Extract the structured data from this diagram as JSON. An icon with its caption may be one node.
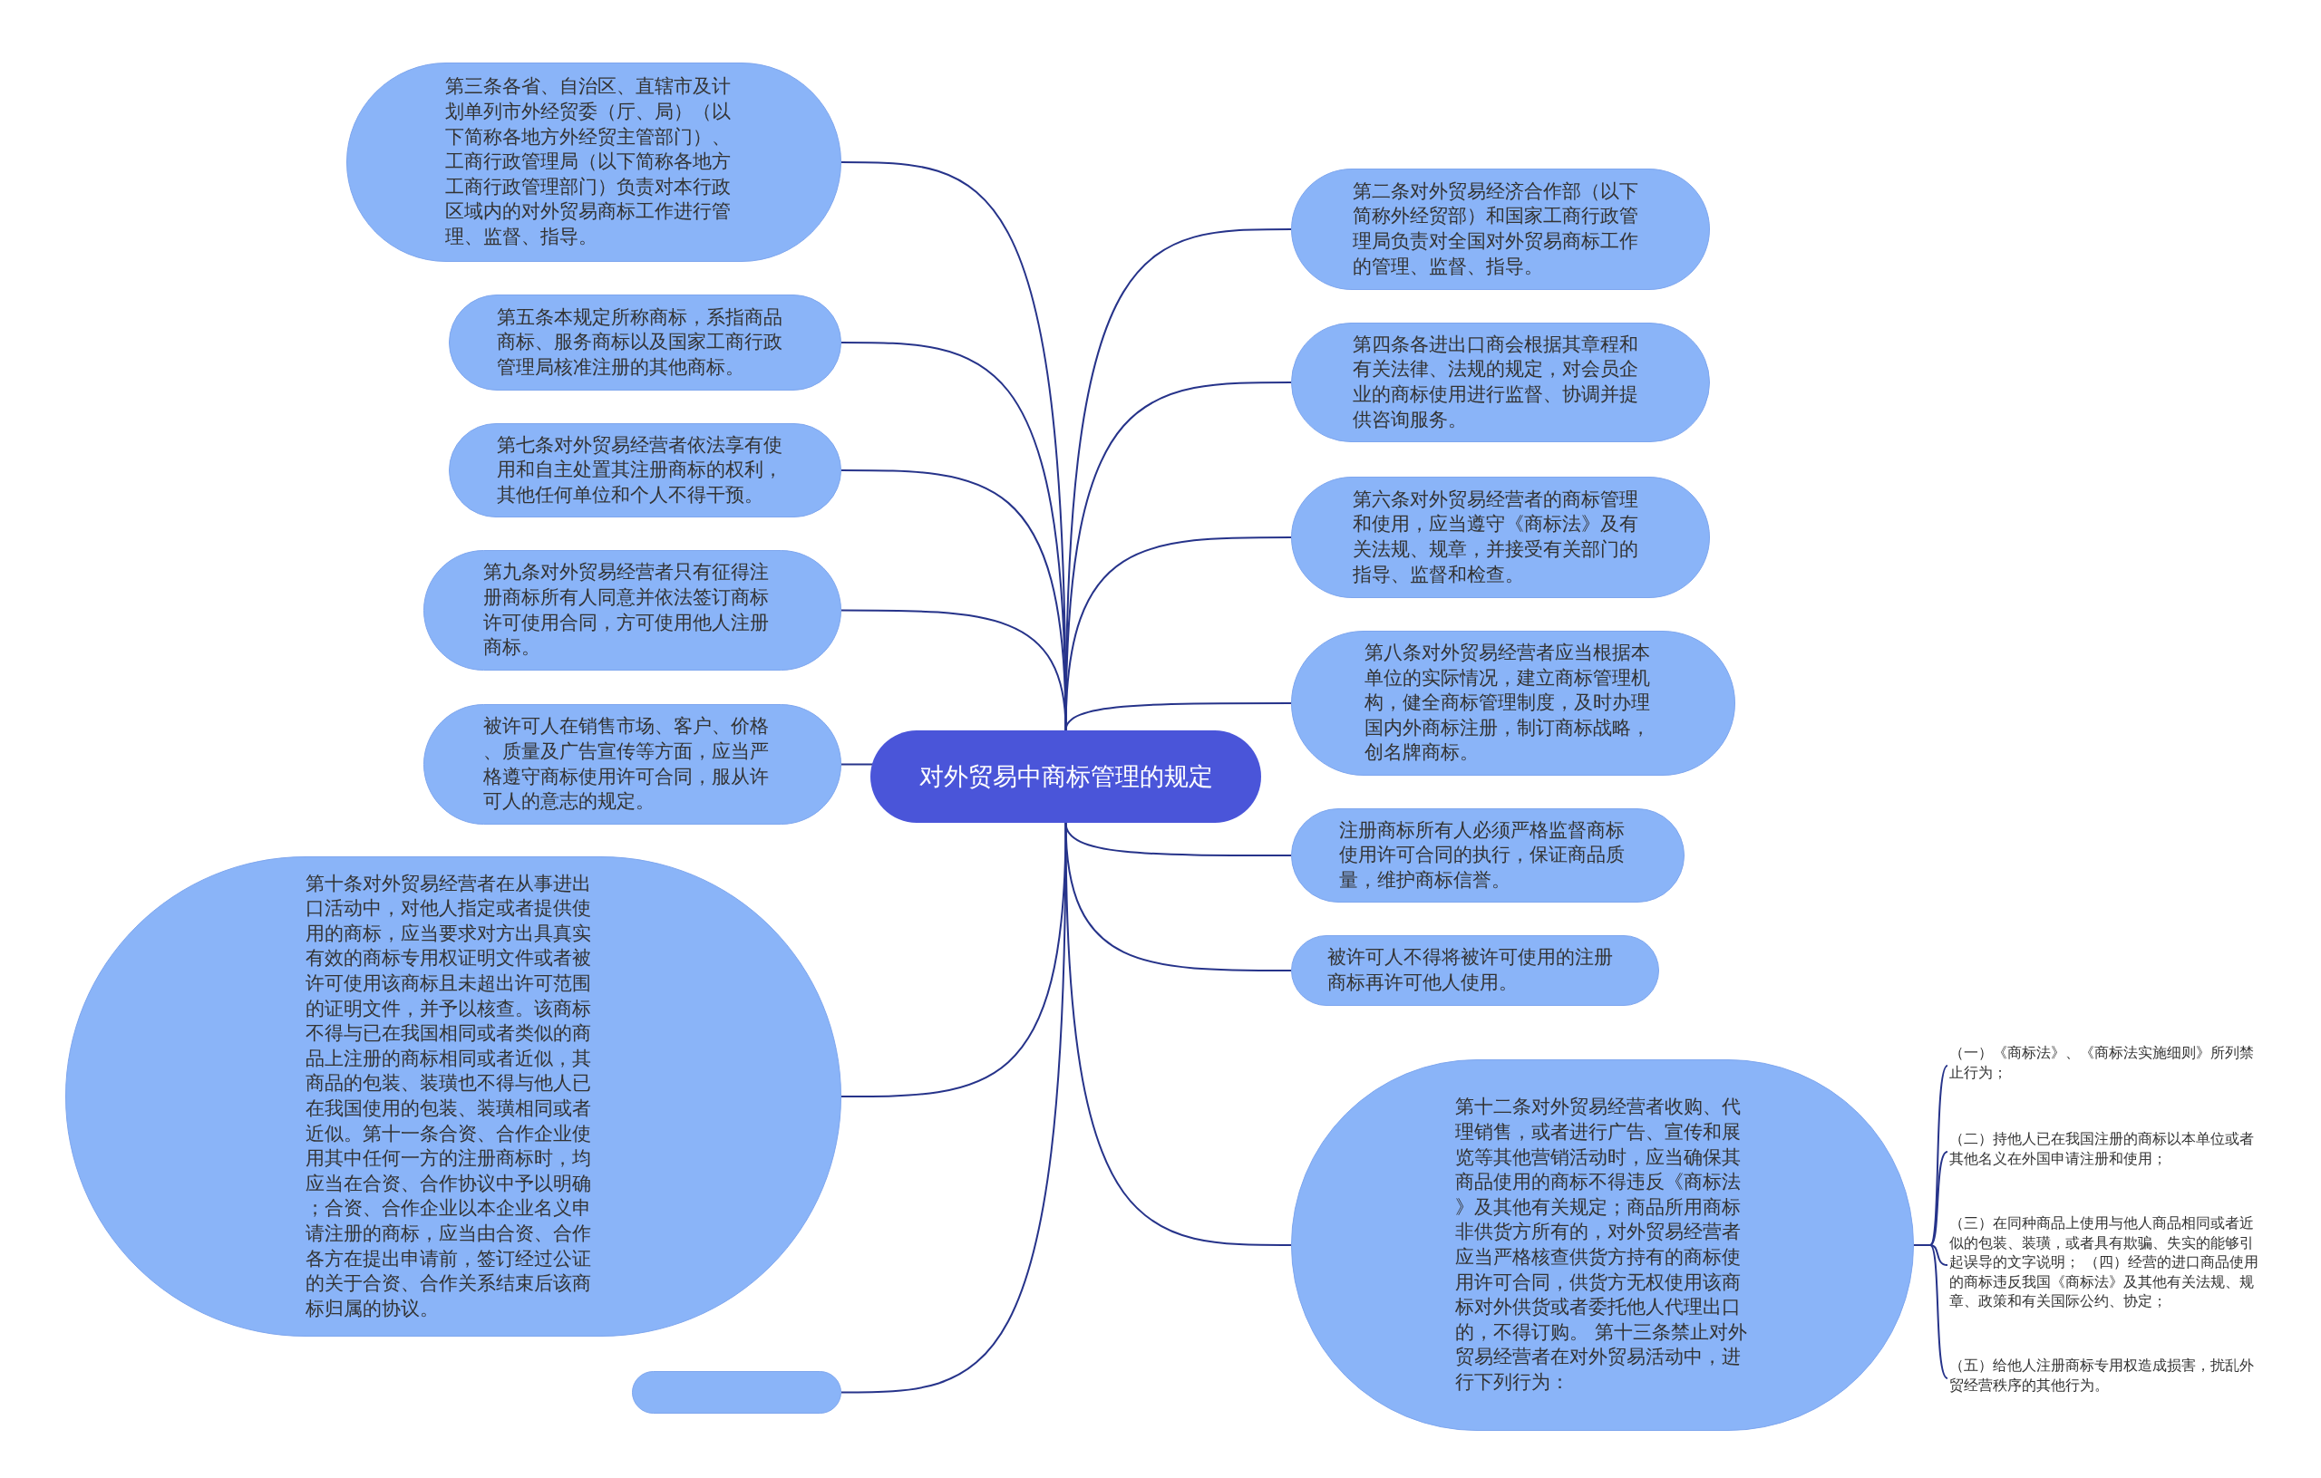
{
  "diagram": {
    "nodes": [
      {
        "text": [
          "对外贸易中商标管理的规定"
        ]
      },
      {
        "text": [
          "第三条各省、自治区、直辖市及计划单列市外经贸委（厅、局）（以下简称各地方外经贸主管部门）、工商行政管理局（以下简称各地方工商行政管理部门）负责对本行政区域内的对外贸易商标工作进行管理、监督、指导。"
        ]
      },
      {
        "text": [
          "第五条本规定所称商标，系指商品商标、服务商标以及国家工商行政管理局核准注册的其他商标。"
        ]
      },
      {
        "text": [
          "第七条对外贸易经营者依法享有使用和自主处置其注册商标的权利，其他任何单位和个人不得干预。"
        ]
      },
      {
        "text": [
          "第九条对外贸易经营者只有征得注册商标所有人同意并依法签订商标许可使用合同，方可使用他人注册商标。"
        ]
      },
      {
        "text": [
          "被许可人在销售市场、客户、价格、质量及广告宣传等方面，应当严格遵守商标使用许可合同，服从许可人的意志的规定。"
        ]
      },
      {
        "text": [
          "第十条对外贸易经营者在从事进出口活动中，对他人指定或者提供使用的商标，应当要求对方出具真实有效的商标专用权证明文件或者被许可使用该商标且未超出许可范围的证明文件，并予以核查。该商标不得与已在我国相同或者类似的商品上注册的商标相同或者近似，其商品的包装、装璜也不得与他人已在我国使用的包装、装璜相同或者近似。第十一条合资、合作企业使用其中任何一方的注册商标时，均应当在合资、合作协议中予以明确；合资、合作企业以本企业名义申请注册的商标，应当由合资、合作各方在提出申请前，签订经过公证的关于合资、合作关系结束后该商标归属的协议。"
        ]
      },
      {
        "text": [],
        "shape": "box"
      },
      {
        "text": [
          "第二条对外贸易经济合作部（以下简称外经贸部）和国家工商行政管理局负责对全国对外贸易商标工作的管理、监督、指导。"
        ]
      },
      {
        "text": [
          "第四条各进出口商会根据其章程和有关法律、法规的规定，对会员企业的商标使用进行监督、协调并提供咨询服务。"
        ]
      },
      {
        "text": [
          "第六条对外贸易经营者的商标管理和使用，应当遵守《商标法》及有关法规、规章，并接受有关部门的指导、监督和检查。"
        ]
      },
      {
        "text": [
          "第八条对外贸易经营者应当根据本单位的实际情况，建立商标管理机构，健全商标管理制度，及时办理国内外商标注册，制订商标战略，创名牌商标。"
        ]
      },
      {
        "text": [
          "注册商标所有人必须严格监督商标使用许可合同的执行，保证商品质量，维护商标信誉。"
        ]
      },
      {
        "text": [
          "被许可人不得将被许可使用的注册商标再许可他人使用。"
        ]
      },
      {
        "text": [
          "第十二条对外贸易经营者收购、代理销售，或者进行广告、宣传和展览等其他营销活动时，应当确保其商品使用的商标不得违反《商标法》及其他有关规定；商品所用商标非供货方所有的，对外贸易经营者应当严格核查供货方持有的商标使用许可合同，供货方无权使用该商标对外供货或者委托他人代理出口的，不得订购。 第十三条禁止对外贸易经营者在对外贸易活动中，进行下列行为："
        ]
      },
      {
        "text": [
          "（一）《商标法》、《商标法实施细则》所列禁止行为；"
        ]
      },
      {
        "text": [
          "（二）持他人已在我国注册的商标以本单位或者其他名义在外国申请注册和使用；"
        ]
      },
      {
        "text": [
          "（三）在同种商品上使用与他人商品相同或者近似的包装、装璜，或者具有欺骗、失实的能够引起误导的文字说明； （四）经营的进口商品使用的商标违反我国《商标法》及其他有关法规、规章、政策和有关国际公约、协定；"
        ]
      },
      {
        "text": [
          "（五）给他人注册商标专用权造成损害，扰乱外贸经营秩序的其他行为。"
        ]
      }
    ],
    "edges": [
      {
        "from": 0,
        "to": 1,
        "arrow": "none"
      },
      {
        "from": 0,
        "to": 2,
        "arrow": "none"
      },
      {
        "from": 0,
        "to": 3,
        "arrow": "none"
      },
      {
        "from": 0,
        "to": 4,
        "arrow": "none"
      },
      {
        "from": 0,
        "to": 5,
        "arrow": "none"
      },
      {
        "from": 0,
        "to": 6,
        "arrow": "none"
      },
      {
        "from": 0,
        "to": 7,
        "arrow": "none"
      },
      {
        "from": 0,
        "to": 8,
        "arrow": "none"
      },
      {
        "from": 0,
        "to": 9,
        "arrow": "none"
      },
      {
        "from": 0,
        "to": 10,
        "arrow": "none"
      },
      {
        "from": 0,
        "to": 11,
        "arrow": "none"
      },
      {
        "from": 0,
        "to": 12,
        "arrow": "none"
      },
      {
        "from": 0,
        "to": 13,
        "arrow": "none"
      },
      {
        "from": 0,
        "to": 14,
        "arrow": "none"
      },
      {
        "from": 14,
        "to": 15,
        "arrow": "none"
      },
      {
        "from": 14,
        "to": 16,
        "arrow": "none"
      },
      {
        "from": 14,
        "to": 17,
        "arrow": "none"
      },
      {
        "from": 14,
        "to": 18,
        "arrow": "none"
      }
    ]
  }
}
